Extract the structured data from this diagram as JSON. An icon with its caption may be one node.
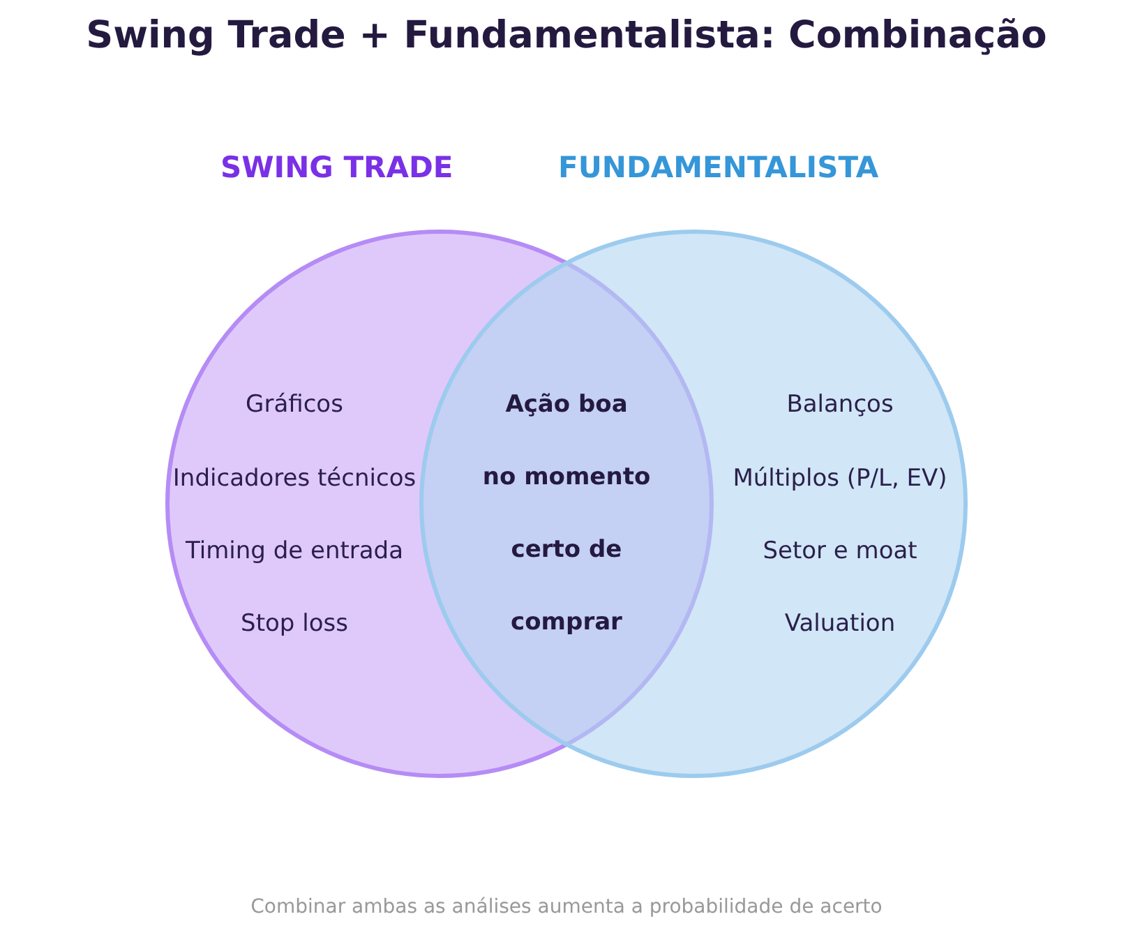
{
  "diagram": {
    "title": "Swing Trade + Fundamentalista: Combinação",
    "caption": "Combinar ambas as análises aumenta a probabilidade de acerto",
    "nodes": [
      {
        "text": [
          "SWING TRADE",
          "Gráficos",
          "Indicadores técnicos",
          "Timing de entrada",
          "Stop loss"
        ]
      },
      {
        "text": [
          "FUNDAMENTALISTA",
          "Balanços",
          "Múltiplos (P/L, EV)",
          "Setor e moat",
          "Valuation"
        ]
      }
    ],
    "labels": [
      "Ação boa",
      "no momento",
      "certo de",
      "comprar"
    ]
  }
}
